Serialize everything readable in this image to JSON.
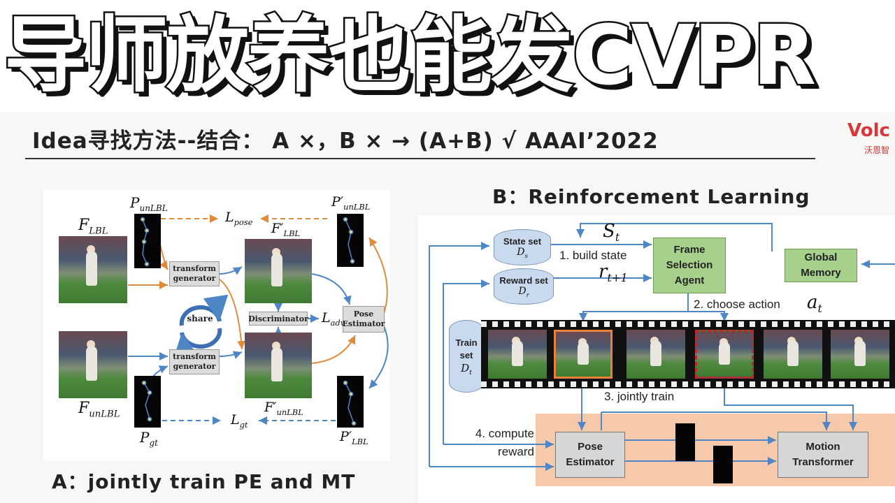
{
  "banner": {
    "title": "导师放养也能发CVPR"
  },
  "slide": {
    "title": "Idea寻找方法--结合： A ×，B × →  (A+B) √  AAAI’2022",
    "logo": {
      "brand": "Volc",
      "subtitle": "沃恩智"
    }
  },
  "panel_a": {
    "caption": "A：jointly train PE and MT",
    "labels": {
      "f_lbl": "F",
      "f_lbl_sub": "LBL",
      "f_unlbl": "F",
      "f_unlbl_sub": "unLBL",
      "p_unlbl": "P",
      "p_unlbl_sub": "unLBL",
      "p_gt": "P",
      "p_gt_sub": "gt",
      "l_pose": "L",
      "l_pose_sub": "pose",
      "l_adv": "L",
      "l_adv_sub": "adv",
      "l_gt": "L",
      "l_gt_sub": "gt",
      "fp_lbl": "F′",
      "fp_lbl_sub": "LBL",
      "fp_unlbl": "F′",
      "fp_unlbl_sub": "unLBL",
      "pp_unlbl": "P′",
      "pp_unlbl_sub": "unLBL",
      "pp_lbl": "P′",
      "pp_lbl_sub": "LBL"
    },
    "boxes": {
      "transform_top": "transform generator",
      "transform_bottom": "transform generator",
      "share": "share",
      "discriminator": "Discriminator",
      "pose_estimator": "Pose Estimator"
    }
  },
  "panel_b": {
    "title": "B：Reinforcement Learning",
    "state_set": "State set",
    "state_set_sym": "D",
    "state_set_sub": "s",
    "reward_set": "Reward set",
    "reward_set_sym": "D",
    "reward_set_sub": "r",
    "train_set": "Train set",
    "train_set_sym": "D",
    "train_set_sub": "t",
    "s_t": "S",
    "s_t_sub": "t",
    "r_t1": "r",
    "r_t1_sub": "t+1",
    "build_state": "1. build state",
    "choose_action": "2. choose action",
    "a_t": "a",
    "a_t_sub": "t",
    "jointly_train": "3. jointly train",
    "compute_reward": "4. compute reward",
    "frame_selection_agent": "Frame Selection Agent",
    "global_memory": "Global Memory",
    "pose_estimator": "Pose Estimator",
    "motion_transformer": "Motion Transformer",
    "colors": {
      "green_box": "#a8d08d",
      "arrow_blue": "#4f86c6",
      "arrow_orange": "#e08a3c",
      "highlight_orange": "#e8823a",
      "highlight_red": "#c0282d"
    }
  }
}
